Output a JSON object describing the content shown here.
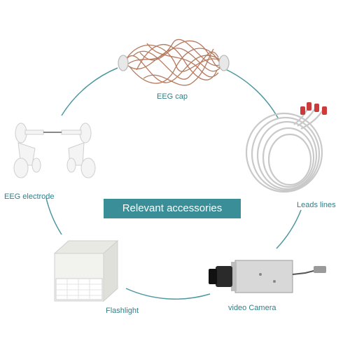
{
  "center_label": "Relevant accessories",
  "accent_color": "#3a8e98",
  "ring_color": "#4c97a0",
  "items": [
    {
      "name": "EEG cap",
      "icon": "eeg-cap-illustration"
    },
    {
      "name": "Leads lines",
      "icon": "lead-wires-illustration"
    },
    {
      "name": "video Camera",
      "icon": "video-camera-illustration"
    },
    {
      "name": "Flashlight",
      "icon": "flash-lamp-illustration"
    },
    {
      "name": "EEG electrode",
      "icon": "electrode-holder-illustration"
    }
  ]
}
